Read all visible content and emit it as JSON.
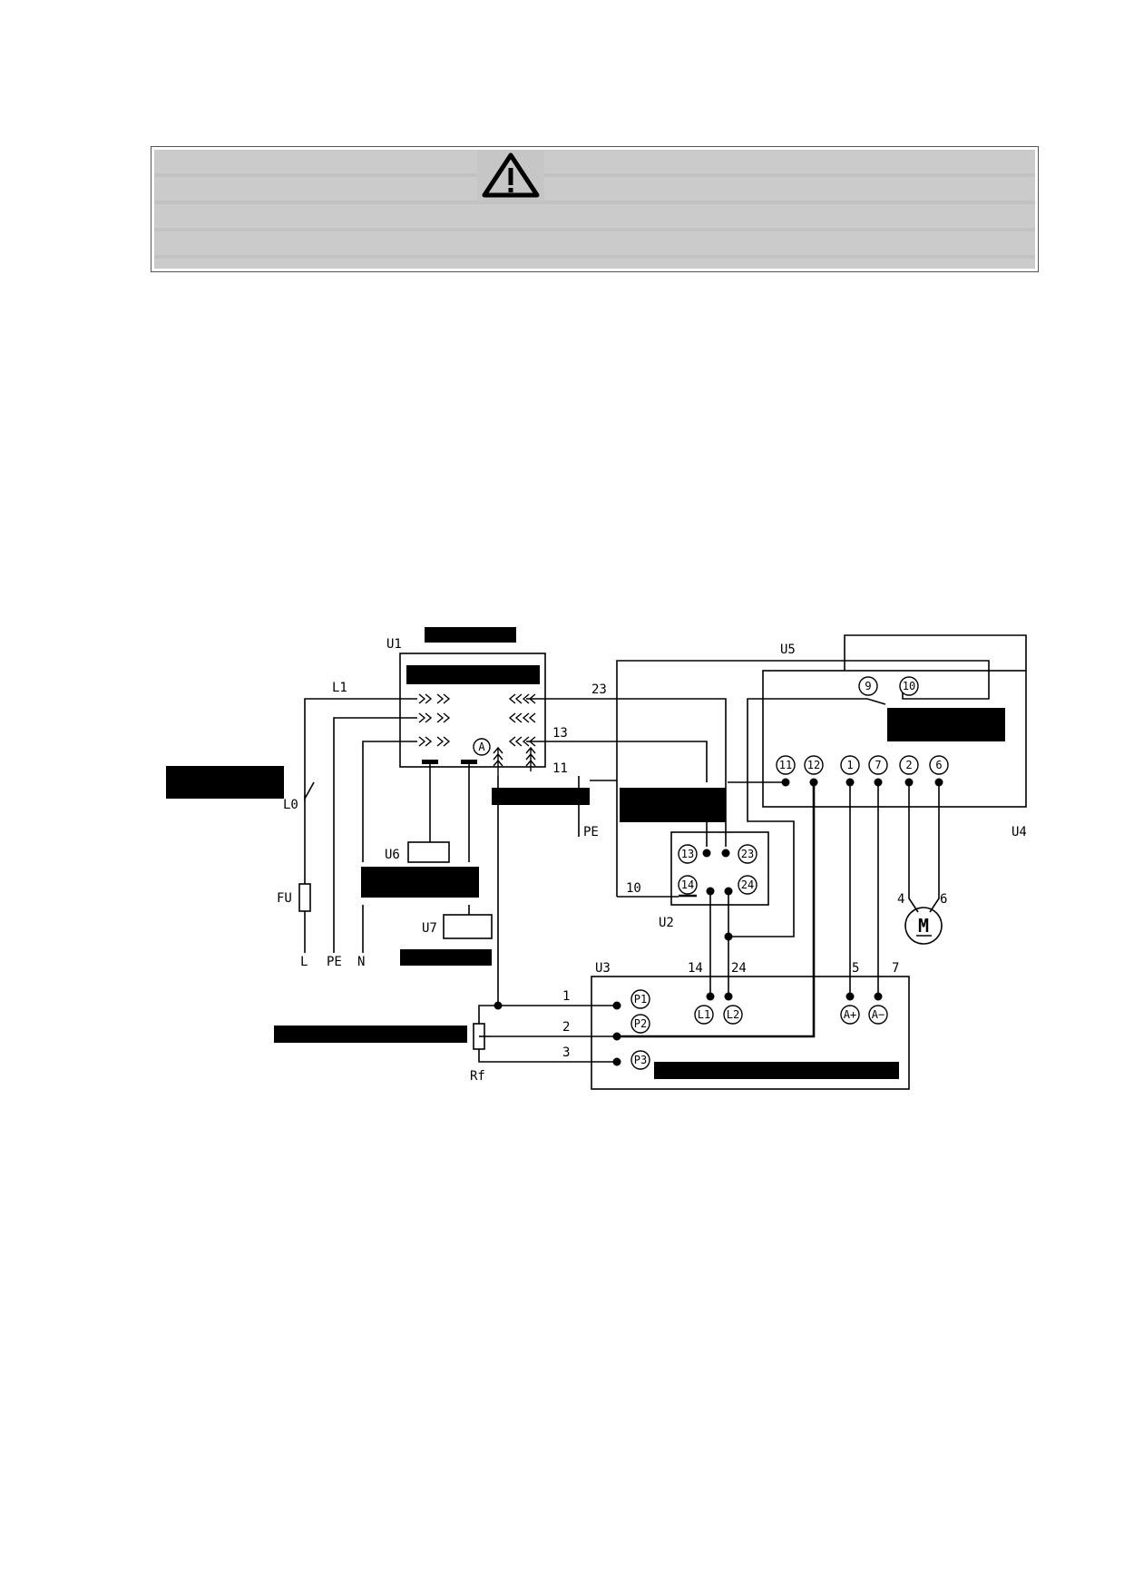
{
  "warning": {
    "icon": "warning-triangle-icon"
  },
  "labels": {
    "u1": "U1",
    "u2": "U2",
    "u3": "U3",
    "u4": "U4",
    "u5": "U5",
    "u6": "U6",
    "u7": "U7",
    "l1": "L1",
    "l0": "L0",
    "fu": "FU",
    "l": "L",
    "pe_bottom": "PE",
    "n": "N",
    "pe_mid": "PE",
    "rf": "Rf",
    "m": "M",
    "w23": "23",
    "w13": "13",
    "w11": "11",
    "w10": "10",
    "w4": "4",
    "w6": "6",
    "w14": "14",
    "w24": "24",
    "w5": "5",
    "w7": "7",
    "w1": "1",
    "w2": "2",
    "w3": "3",
    "ammeter": "A"
  },
  "terminals": {
    "t9": "9",
    "t10": "10",
    "t11": "11",
    "t12": "12",
    "t1": "1",
    "t7": "7",
    "t2": "2",
    "t6": "6",
    "t13": "13",
    "t23": "23",
    "t14": "14",
    "t24": "24",
    "p1": "P1",
    "p2": "P2",
    "p3": "P3",
    "tl1": "L1",
    "tl2": "L2",
    "ap": "A+",
    "am": "A−"
  }
}
